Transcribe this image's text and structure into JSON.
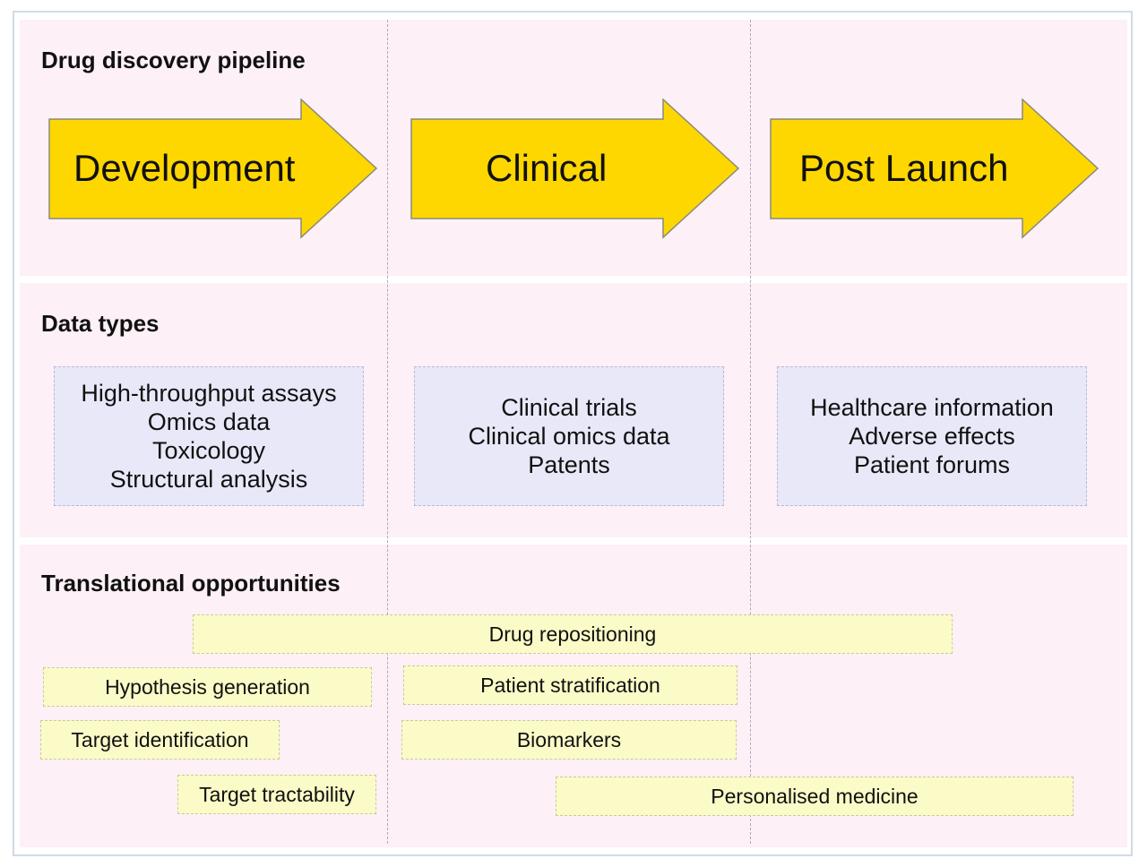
{
  "sections": {
    "pipeline_title": "Drug discovery pipeline",
    "data_types_title": "Data types",
    "opportunities_title": "Translational opportunities"
  },
  "stages": [
    {
      "label": "Development"
    },
    {
      "label": "Clinical"
    },
    {
      "label": "Post Launch"
    }
  ],
  "data_types": [
    {
      "items": [
        "High-throughput assays",
        "Omics data",
        "Toxicology",
        "Structural analysis"
      ]
    },
    {
      "items": [
        "Clinical trials",
        "Clinical omics data",
        "Patents"
      ]
    },
    {
      "items": [
        "Healthcare information",
        "Adverse effects",
        "Patient forums"
      ]
    }
  ],
  "opportunities": [
    {
      "label": "Drug repositioning"
    },
    {
      "label": "Hypothesis generation"
    },
    {
      "label": "Patient stratification"
    },
    {
      "label": "Target identification"
    },
    {
      "label": "Biomarkers"
    },
    {
      "label": "Target tractability"
    },
    {
      "label": "Personalised medicine"
    }
  ],
  "colors": {
    "arrow_fill": "#ffd700",
    "arrow_stroke": "#8a8a7a",
    "band_background": "#fdf0f6",
    "data_box": "#e8e8f8",
    "opportunity_box": "#fbfbc8"
  }
}
